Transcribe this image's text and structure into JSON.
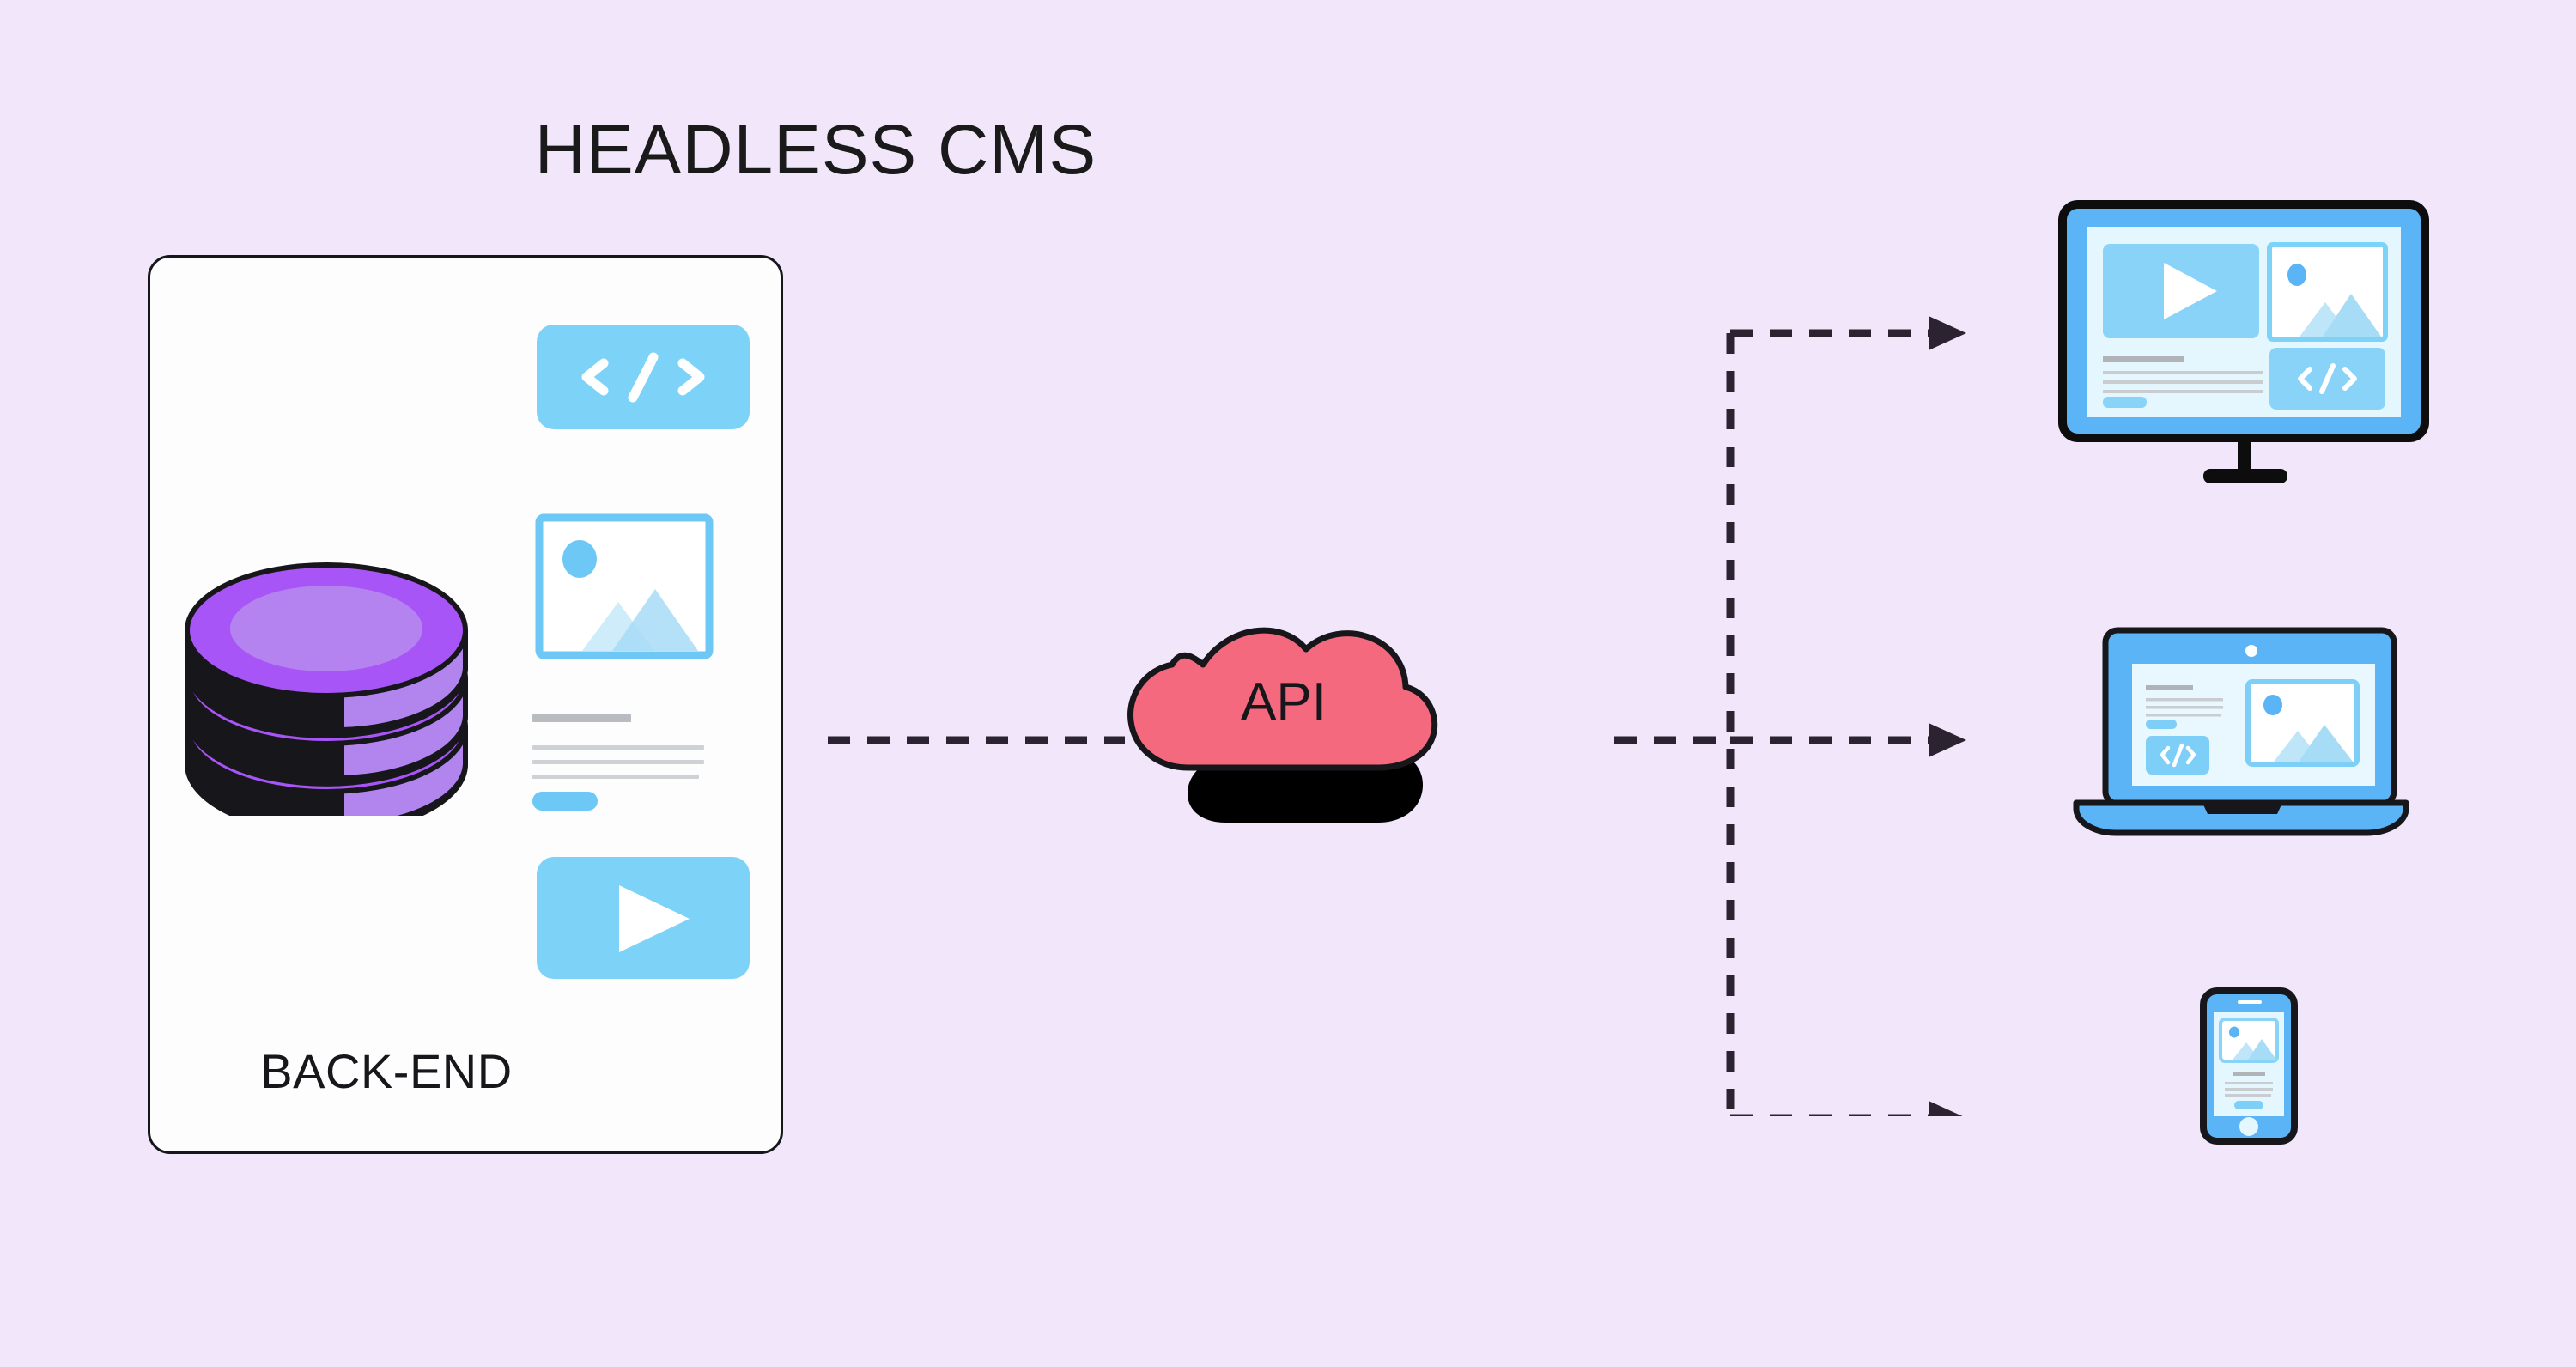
{
  "title": "HEADLESS CMS",
  "background_color": "#F2E6FB",
  "backend": {
    "label": "BACK-END",
    "card_bg": "#FDFDFD",
    "border_color": "#17171B",
    "database": {
      "icon": "database-stack-icon",
      "layers": 3,
      "top_color": "#A855F7",
      "top_inner_color": "#B583F0",
      "side_light_color": "#B184EE",
      "shadow_color": "#17171B"
    },
    "content_tiles": [
      {
        "icon": "code-tile-icon",
        "symbol": "< />",
        "color": "#7DD3F7"
      },
      {
        "icon": "image-placeholder-icon",
        "border_color": "#6EC8F5",
        "fill": "#FFFFFF"
      },
      {
        "icon": "text-lines-block",
        "heading_color": "#B8BCC0",
        "line_color": "#CED2D6",
        "pill_color": "#6EC8F5"
      },
      {
        "icon": "video-play-tile-icon",
        "color": "#7DD3F7",
        "play_color": "#FFFFFF"
      }
    ]
  },
  "api": {
    "label": "API",
    "icon": "cloud-icon",
    "fill_color": "#F4697E",
    "stroke_color": "#17171B",
    "shadow_color": "#000000"
  },
  "connectors": {
    "style": "dashed",
    "color": "#2B2430",
    "arrow_count": 3,
    "inbound_label": "backend-to-api",
    "outbound_labels": [
      "api-to-desktop",
      "api-to-laptop",
      "api-to-mobile"
    ]
  },
  "clients": [
    {
      "name": "desktop-monitor",
      "icon": "monitor-icon",
      "frame_color": "#5BB4F5",
      "screen_color": "#E4F6FE",
      "outline_color": "#0D0D0D",
      "widgets": [
        "video-play-tile",
        "image-placeholder",
        "text-lines",
        "pill-button",
        "code-tile"
      ]
    },
    {
      "name": "laptop",
      "icon": "laptop-icon",
      "frame_color": "#5BB4F5",
      "screen_color": "#E4F6FE",
      "outline_color": "#17171B",
      "widgets": [
        "text-lines",
        "pill-button",
        "code-tile",
        "image-placeholder",
        "webcam-dot"
      ]
    },
    {
      "name": "mobile-phone",
      "icon": "phone-icon",
      "frame_color": "#5BB4F5",
      "screen_color": "#E4F6FE",
      "outline_color": "#17171B",
      "widgets": [
        "image-placeholder",
        "text-lines",
        "pill-button",
        "home-button"
      ]
    }
  ]
}
